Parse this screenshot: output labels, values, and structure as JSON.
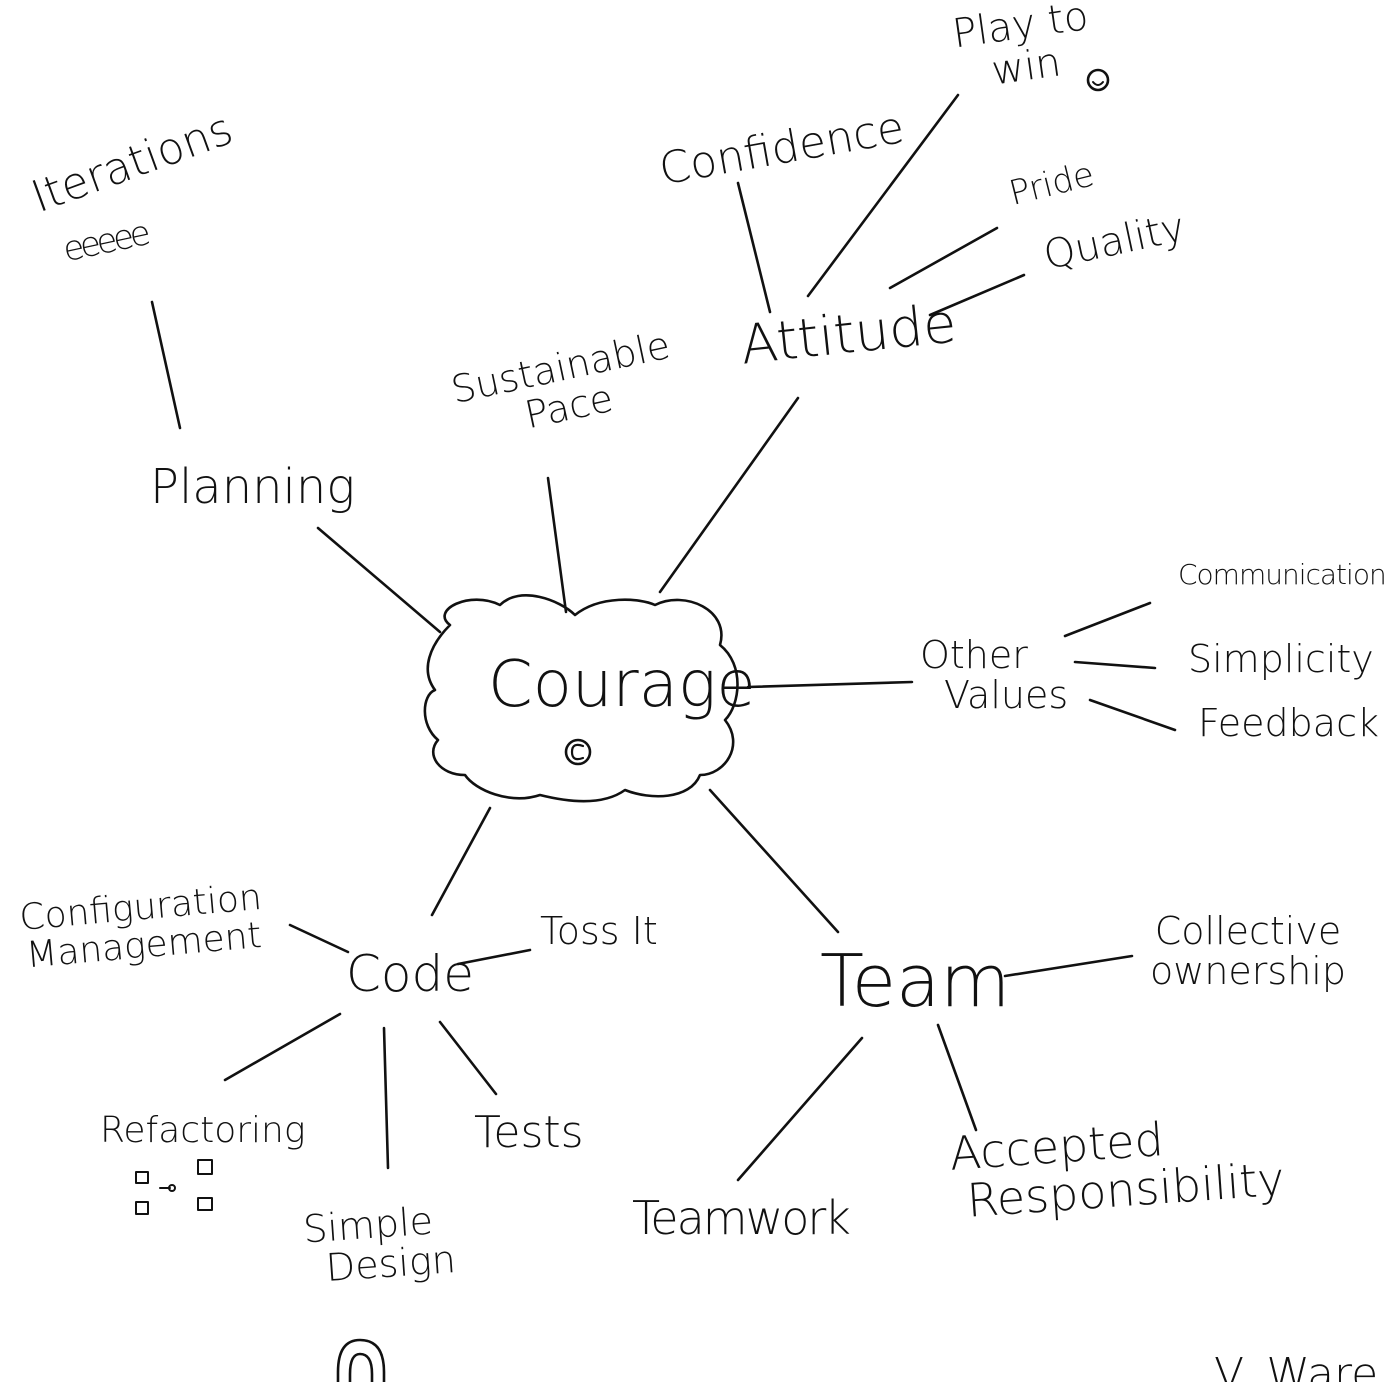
{
  "diagram": {
    "center": {
      "label": "Courage",
      "icon": "copyright-c-icon"
    },
    "nodes": {
      "iterations": "Iterations",
      "iterations_scribble": "eeeee",
      "planning": "Planning",
      "sustainable_pace": [
        "Sustainable",
        "Pace"
      ],
      "confidence": "Confidence",
      "play_to_win": [
        "Play to",
        "win"
      ],
      "pride": "Pride",
      "quality": "Quality",
      "attitude": "Attitude",
      "other_values": [
        "Other",
        "Values"
      ],
      "communication": "Communication",
      "simplicity": "Simplicity",
      "feedback": "Feedback",
      "configuration_management": [
        "Configuration",
        "Management"
      ],
      "code": "Code",
      "toss_it": "Toss It",
      "refactoring": "Refactoring",
      "tests": "Tests",
      "simple_design": [
        "Simple",
        "Design"
      ],
      "team": "Team",
      "collective_ownership": [
        "Collective",
        "ownership"
      ],
      "teamwork": "Teamwork",
      "accepted_responsibility": [
        "Accepted",
        "Responsibility"
      ],
      "signature": "V. Ware"
    },
    "icons": [
      "smiley-icon",
      "copyright-c-icon",
      "boxes-icon",
      "horseshoe-icon"
    ],
    "ink_color": "#111111",
    "background_color": "#ffffff"
  }
}
